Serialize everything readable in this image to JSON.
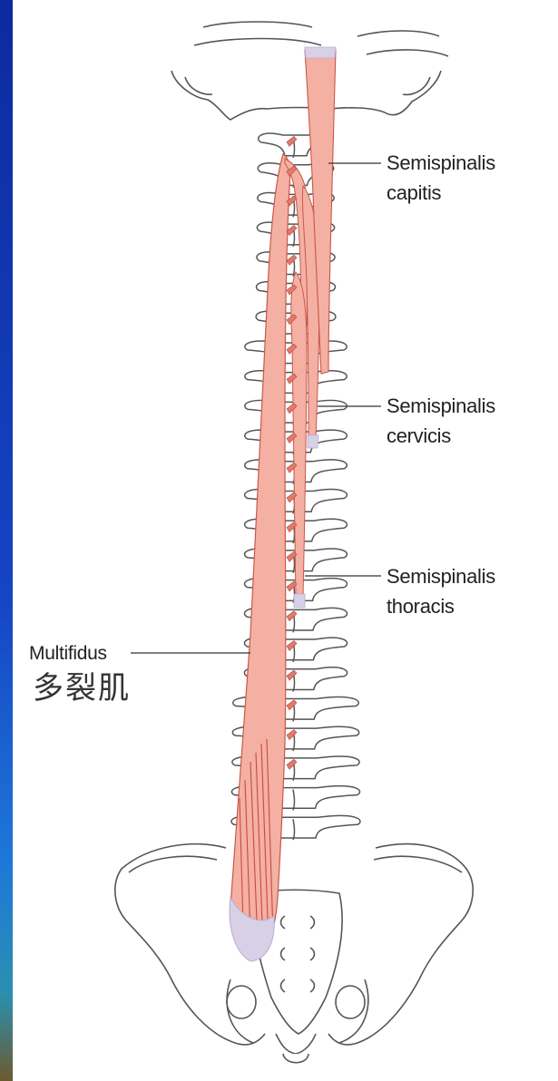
{
  "labels": {
    "semispinalis_capitis": [
      "Semispinalis",
      "capitis"
    ],
    "semispinalis_cervicis": [
      "Semispinalis",
      "cervicis"
    ],
    "semispinalis_thoracis": [
      "Semispinalis",
      "thoracis"
    ],
    "multifidus": "Multifidus",
    "multifidus_chinese": "多裂肌"
  },
  "colors": {
    "background": "#0f2ea8",
    "panel": "#ffffff",
    "bone_outline": "#555555",
    "muscle_fill": "#f2a79a",
    "muscle_stroke": "#c9574a",
    "tendon": "#d8d0e6",
    "leader_line": "#333333"
  }
}
